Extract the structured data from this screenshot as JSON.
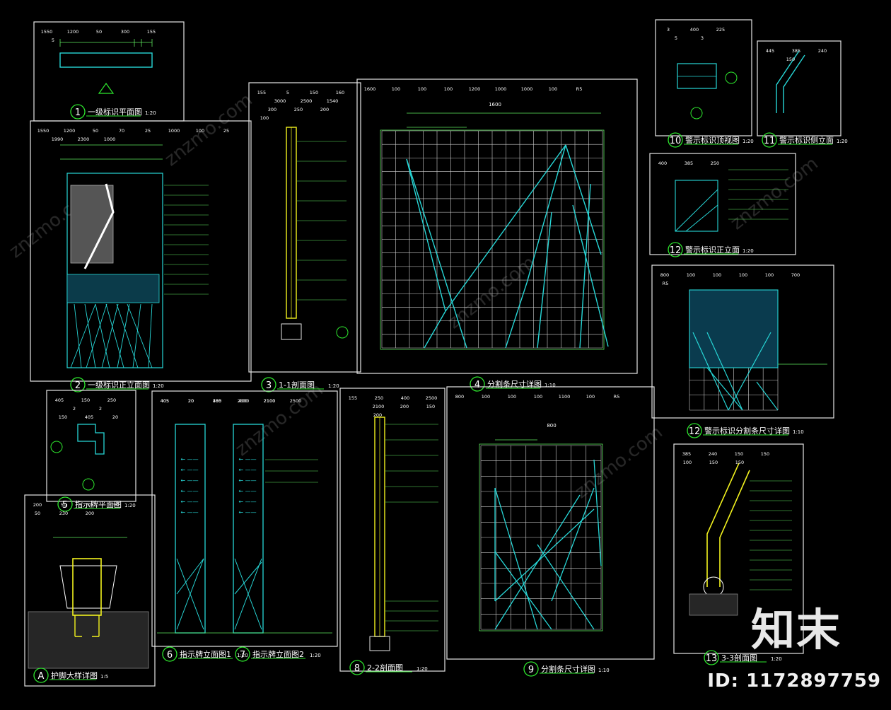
{
  "drawing": {
    "colors": {
      "background": "#000000",
      "frame": "#e6e6e6",
      "dim": "#5ee85e",
      "label": "#2ee82e",
      "cyan": "#27d7d7",
      "yellow": "#f2f21e",
      "white": "#ffffff",
      "grid": "#cfcfcf"
    }
  },
  "panels": [
    {
      "id": "p1",
      "num": "1",
      "title": "一级标识平面图",
      "scale": "1:20",
      "dims": [
        "1550",
        "1200",
        "50",
        "300",
        "155",
        "5"
      ]
    },
    {
      "id": "p2",
      "num": "2",
      "title": "一级标识正立面图",
      "scale": "1:20",
      "dims": [
        "1550",
        "1200",
        "50",
        "70",
        "25",
        "1000",
        "100",
        "25",
        "1990",
        "2300",
        "1000"
      ]
    },
    {
      "id": "p3",
      "num": "3",
      "title": "1-1剖面图",
      "scale": "1:20",
      "dims": [
        "155",
        "5",
        "150",
        "160",
        "3000",
        "2500",
        "1540",
        "300",
        "250",
        "200",
        "100"
      ]
    },
    {
      "id": "p4",
      "num": "4",
      "title": "分割条尺寸详图",
      "scale": "1:10",
      "dims": [
        "1600",
        "100",
        "100",
        "100",
        "1200",
        "1000",
        "1000",
        "100",
        "R5"
      ]
    },
    {
      "id": "p5",
      "num": "5",
      "title": "指示牌平面图",
      "scale": "1:20",
      "dims": [
        "405",
        "150",
        "250",
        "2",
        "2",
        "150",
        "405",
        "20"
      ]
    },
    {
      "id": "pA",
      "num": "A",
      "title": "护脚大样详图",
      "scale": "1:5",
      "dims": [
        "200",
        "50",
        "50",
        "50",
        "50",
        "230",
        "200"
      ]
    },
    {
      "id": "p6",
      "num": "6",
      "title": "指示牌立面图1",
      "scale": "1:20",
      "dims": [
        "405",
        "20",
        "400",
        "2500",
        "2100"
      ]
    },
    {
      "id": "p7",
      "num": "7",
      "title": "指示牌立面图2",
      "scale": "1:20",
      "dims": [
        "405",
        "20",
        "385",
        "400",
        "2100",
        "2500"
      ]
    },
    {
      "id": "p8",
      "num": "8",
      "title": "2-2剖面图",
      "scale": "1:20",
      "dims": [
        "155",
        "250",
        "400",
        "2500",
        "2100",
        "200",
        "150",
        "200"
      ]
    },
    {
      "id": "p9",
      "num": "9",
      "title": "分割条尺寸详图",
      "scale": "1:10",
      "dims": [
        "800",
        "100",
        "100",
        "100",
        "1100",
        "100",
        "R5"
      ]
    },
    {
      "id": "p10",
      "num": "10",
      "title": "警示标识顶视图",
      "scale": "1:20",
      "dims": [
        "3",
        "400",
        "225",
        "5",
        "3"
      ]
    },
    {
      "id": "p11",
      "num": "11",
      "title": "警示标识侧立面",
      "scale": "1:20",
      "dims": [
        "445",
        "385",
        "240",
        "150"
      ]
    },
    {
      "id": "p12a",
      "num": "12",
      "title": "警示标识正立面",
      "scale": "1:20",
      "dims": [
        "400",
        "385",
        "250"
      ]
    },
    {
      "id": "p12b",
      "num": "12",
      "title": "警示标识分割条尺寸详图",
      "scale": "1:10",
      "dims": [
        "800",
        "100",
        "100",
        "100",
        "100",
        "700",
        "R5"
      ]
    },
    {
      "id": "p13",
      "num": "13",
      "title": "3-3剖面图",
      "scale": "1:20",
      "dims": [
        "385",
        "240",
        "150",
        "150",
        "100",
        "150",
        "150"
      ]
    }
  ],
  "watermark": {
    "brand": "知末",
    "id": "ID: 1172897759",
    "site": "znzmo.com"
  }
}
